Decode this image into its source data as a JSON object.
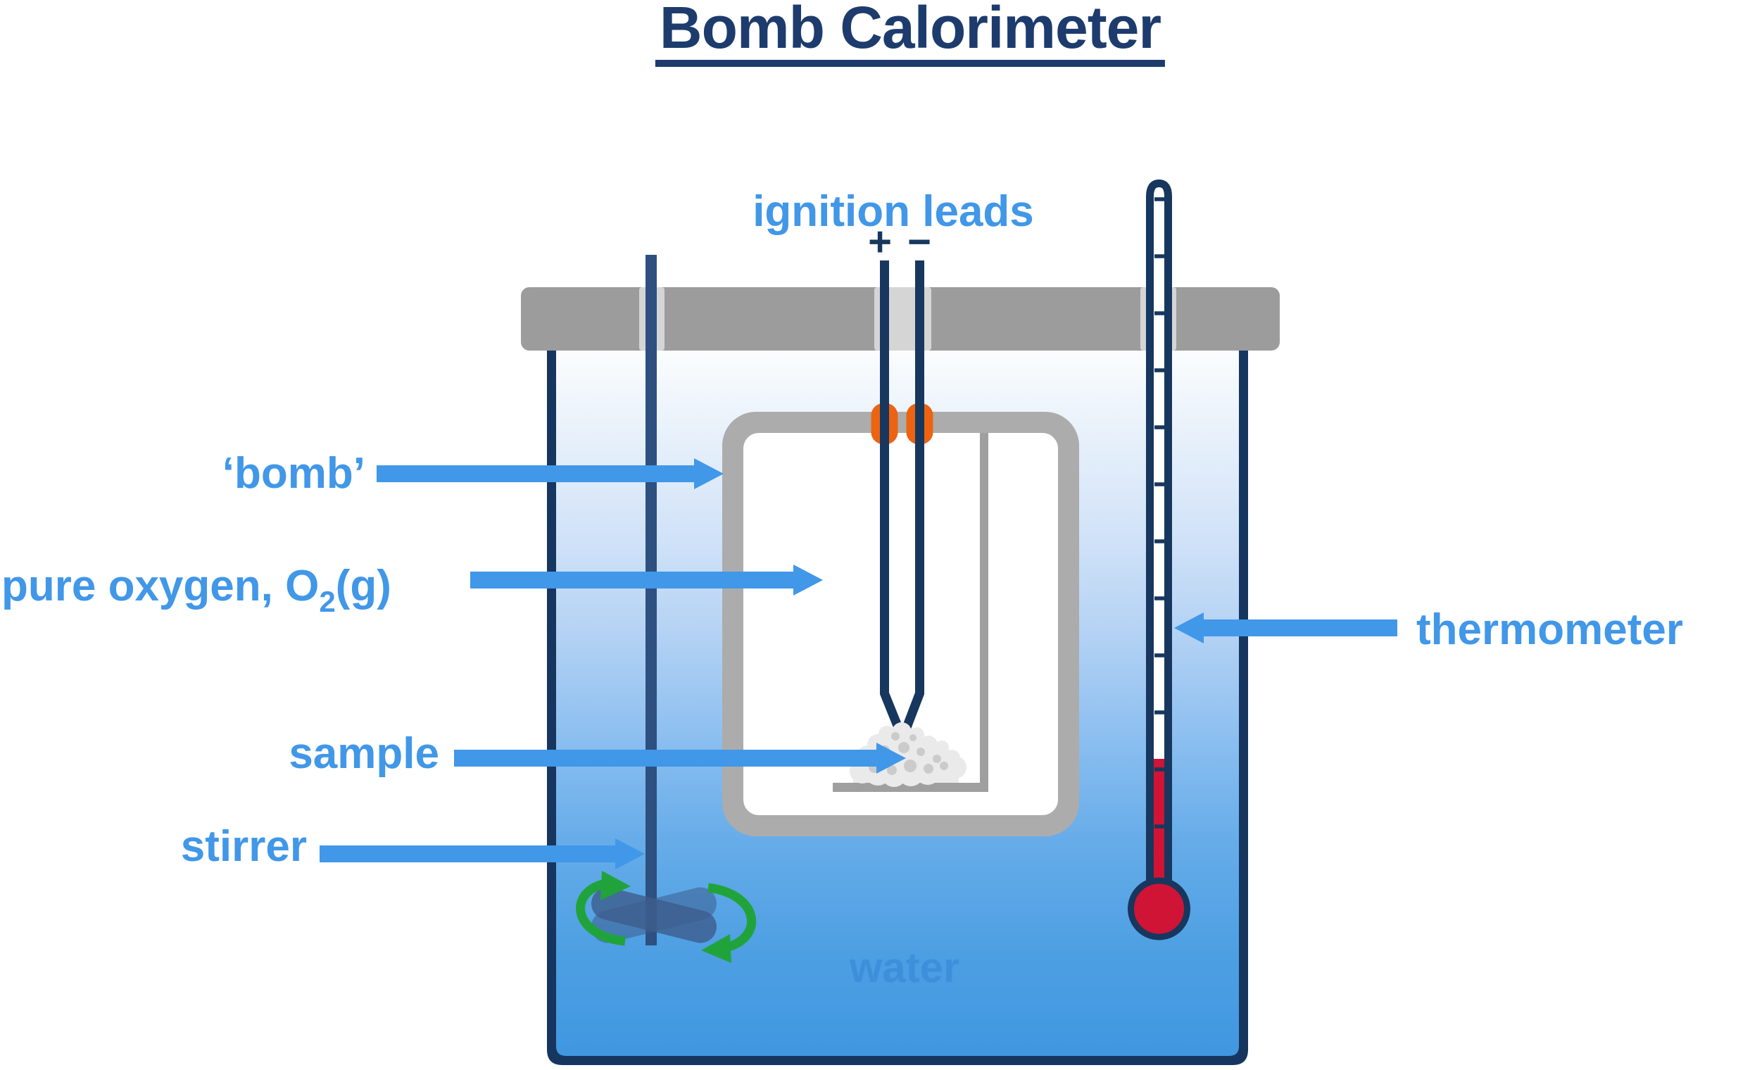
{
  "title": "Bomb Calorimeter",
  "labels": {
    "ignition_leads": "ignition leads",
    "plus": "+",
    "minus": "−",
    "bomb": "‘bomb’",
    "pure_oxygen_pre": "pure oxygen, O",
    "pure_oxygen_sub": "2",
    "pure_oxygen_post": "(g)",
    "sample": "sample",
    "stirrer": "stirrer",
    "thermometer": "thermometer",
    "water": "water"
  },
  "colors": {
    "title_navy": "#1d3c6d",
    "navy": "#17375e",
    "wall_navy": "#16365f",
    "label_blue": "#4197e8",
    "water_text": "#3a8bd8",
    "lid_gray": "#9c9c9c",
    "lid_cutout": "#d5d5d5",
    "bomb_wall": "#acacac",
    "crucible_gray": "#9f9f9f",
    "sample_gray": "#eaeaea",
    "sample_spot": "#cbcbcb",
    "orange": "#ec6311",
    "red": "#d01436",
    "green": "#21a33b",
    "rod_blue": "#2e5080",
    "paddle_blue": "#3d5c8c",
    "water_top": "#fbfdfe",
    "water_bottom": "#3f97e0"
  }
}
